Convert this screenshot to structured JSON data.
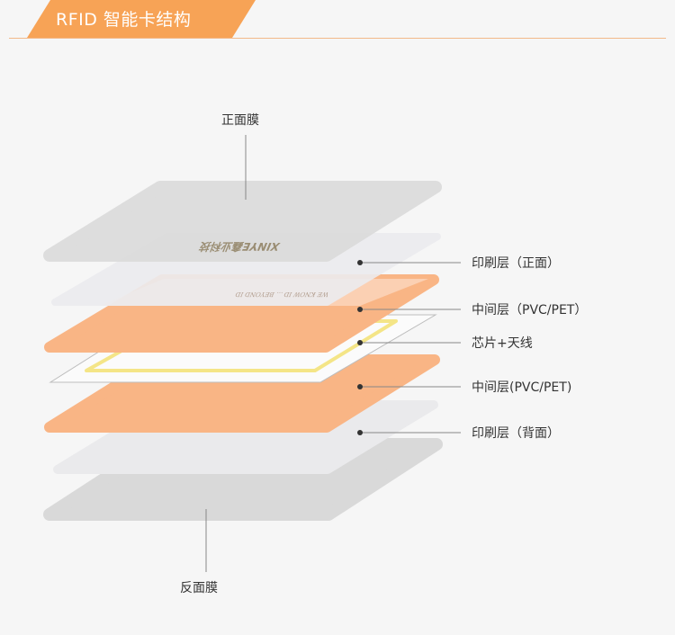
{
  "header": {
    "title": "RFID 智能卡结构"
  },
  "colors": {
    "accent": "#f7a356",
    "orange_layer": "#f9b585",
    "gray_film": "#dcdcdc",
    "leader_line": "#888888",
    "antenna": "#f3e27a"
  },
  "diagram": {
    "top_label": "正面膜",
    "bottom_label": "反面膜",
    "side_labels": [
      "印刷层（正面）",
      "中间层（PVC/PET）",
      "芯片+天线",
      "中间层(PVC/PET)",
      "印刷层（背面）"
    ],
    "card_print_front": "XINYE鑫业科技",
    "card_print_middle": "WE KNOW ID ... BEYOND ID"
  }
}
